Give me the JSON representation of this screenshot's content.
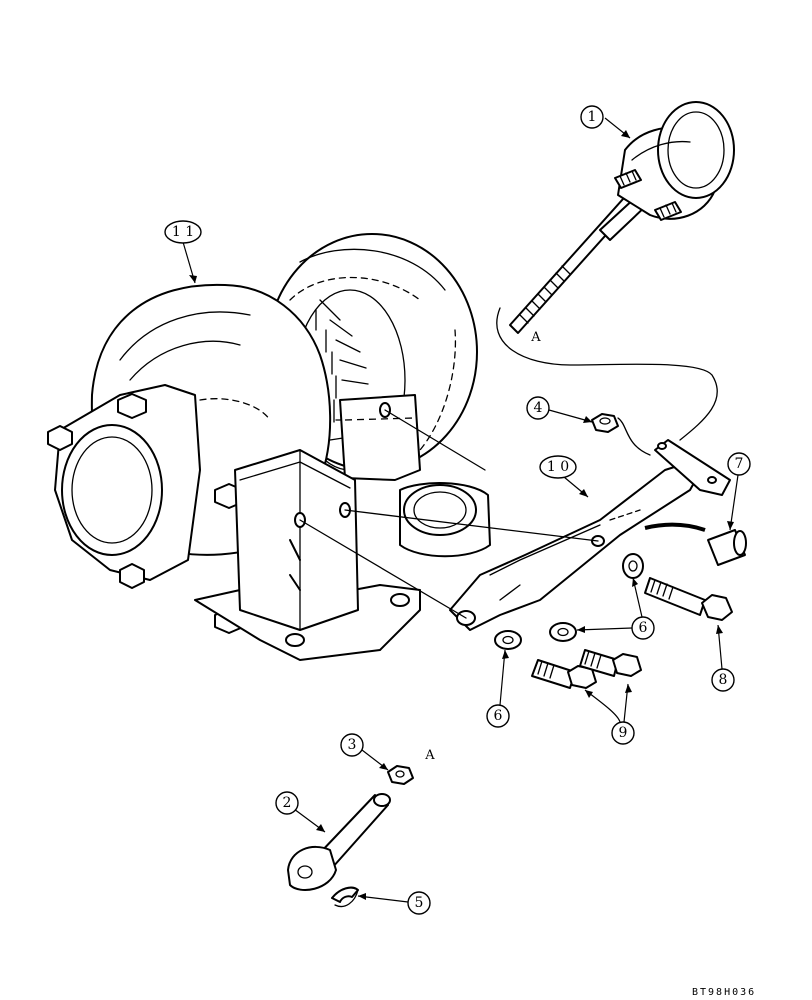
{
  "callouts": {
    "c1": "1",
    "c2": "2",
    "c3": "3",
    "c4": "4",
    "c5": "5",
    "c6a": "6",
    "c6b": "6",
    "c7": "7",
    "c8": "8",
    "c9": "9",
    "c10": "1 0",
    "c11": "1 1"
  },
  "refs": {
    "a_top": "A",
    "a_bottom": "A"
  },
  "drawing_code": "BT98H036"
}
